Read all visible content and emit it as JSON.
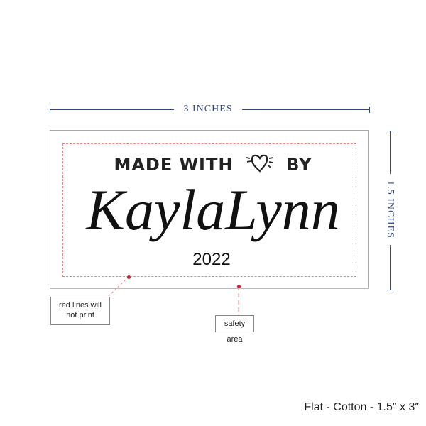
{
  "dimensions": {
    "width_label": "3 INCHES",
    "height_label": "1.5 INCHES"
  },
  "label": {
    "made_with": "MADE WITH",
    "by": "BY",
    "heart_icon": "heart-icon",
    "name": "KaylaLynn",
    "year": "2022"
  },
  "callouts": {
    "red_lines": "red lines will not print",
    "safety_area": "safety area"
  },
  "footer": "Flat - Cotton - 1.5″ x 3″",
  "colors": {
    "dimension": "#3b4a7a",
    "safety_line": "#f08a8a",
    "marker": "#d0223a"
  }
}
